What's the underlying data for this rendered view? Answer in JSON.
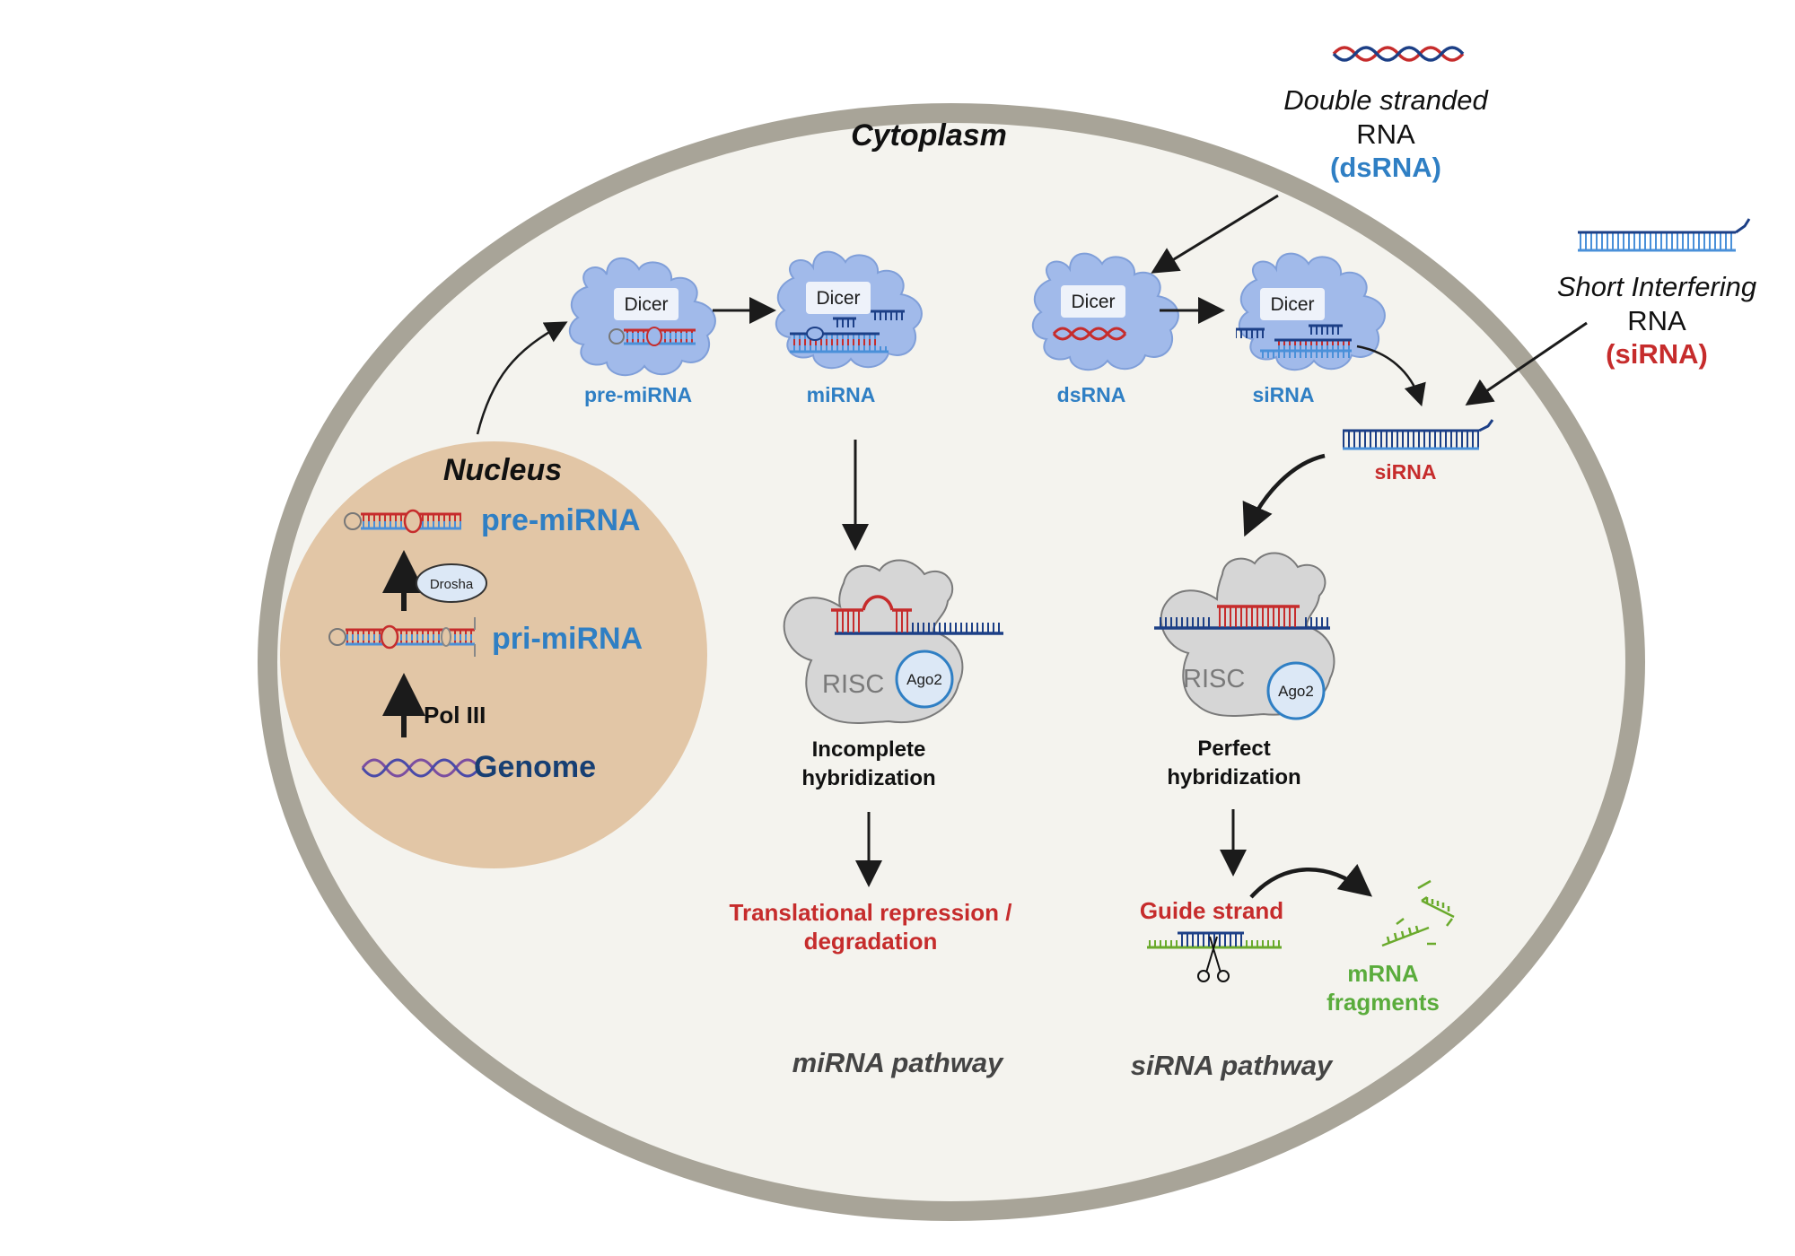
{
  "compartments": {
    "cytoplasm": "Cytoplasm",
    "nucleus": "Nucleus"
  },
  "nucleus": {
    "pre_mirna": "pre-miRNA",
    "pri_mirna": "pri-miRNA",
    "genome": "Genome",
    "drosha": "Drosha",
    "pol3": "Pol III"
  },
  "external": {
    "dsrna_line1": "Double stranded",
    "dsrna_line2": "RNA",
    "dsrna_line3": "(dsRNA)",
    "sirna_line1": "Short Interfering",
    "sirna_line2": "RNA",
    "sirna_line3": "(siRNA)"
  },
  "dicer_complexes": {
    "enzyme_label": "Dicer",
    "labels": [
      "pre-miRNA",
      "miRNA",
      "dsRNA",
      "siRNA"
    ]
  },
  "sirna_free_label": "siRNA",
  "risc": {
    "label": "RISC",
    "ago": "Ago2",
    "mirna_caption_1": "Incomplete",
    "mirna_caption_2": "hybridization",
    "sirna_caption_1": "Perfect",
    "sirna_caption_2": "hybridization"
  },
  "outcomes": {
    "mirna_line1": "Translational repression /",
    "mirna_line2": "degradation",
    "guide_strand": "Guide strand",
    "fragments_line1": "mRNA",
    "fragments_line2": "fragments"
  },
  "pathways": {
    "mirna": "miRNA pathway",
    "sirna": "siRNA pathway"
  },
  "colors": {
    "cell_fill": "#f4f3ee",
    "cell_border": "#a8a498",
    "nucleus_fill": "#e2c6a6",
    "dicer_fill": "#9db8ea",
    "risc_fill": "#d6d6d6",
    "rna_blue": "#2f7fc4",
    "rna_red": "#c62c2c",
    "rna_navy": "#1c3f86",
    "rna_green": "#6aaa2c"
  }
}
